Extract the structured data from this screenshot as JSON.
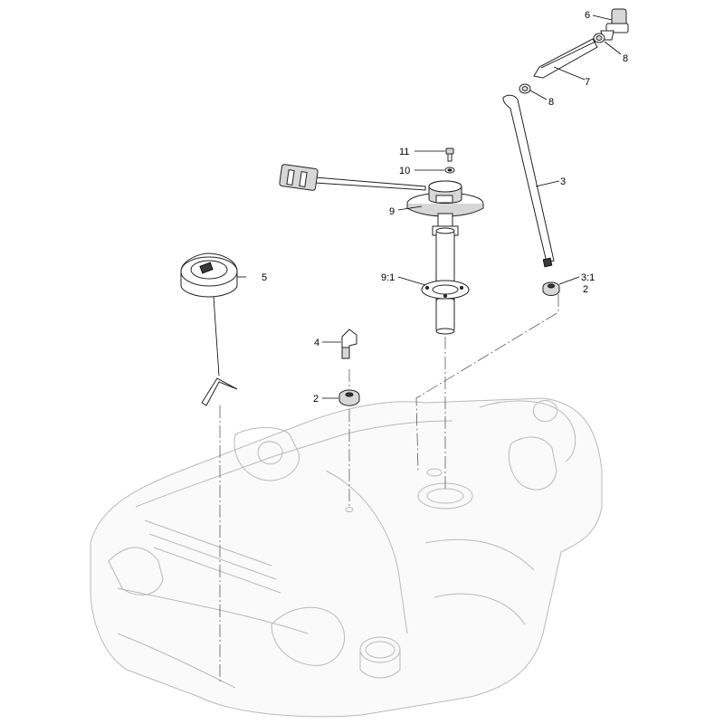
{
  "callouts": {
    "c6": "6",
    "c8a": "8",
    "c7": "7",
    "c8b": "8",
    "c3": "3",
    "c11": "11",
    "c10": "10",
    "c9": "9",
    "c5": "5",
    "c9_1": "9:1",
    "c3_1": "3:1",
    "c2a": "2",
    "c4": "4",
    "c2b": "2"
  },
  "colors": {
    "line": "#222222",
    "ghost": "#b9b9b9",
    "dark_part": "#3a3a3a"
  }
}
